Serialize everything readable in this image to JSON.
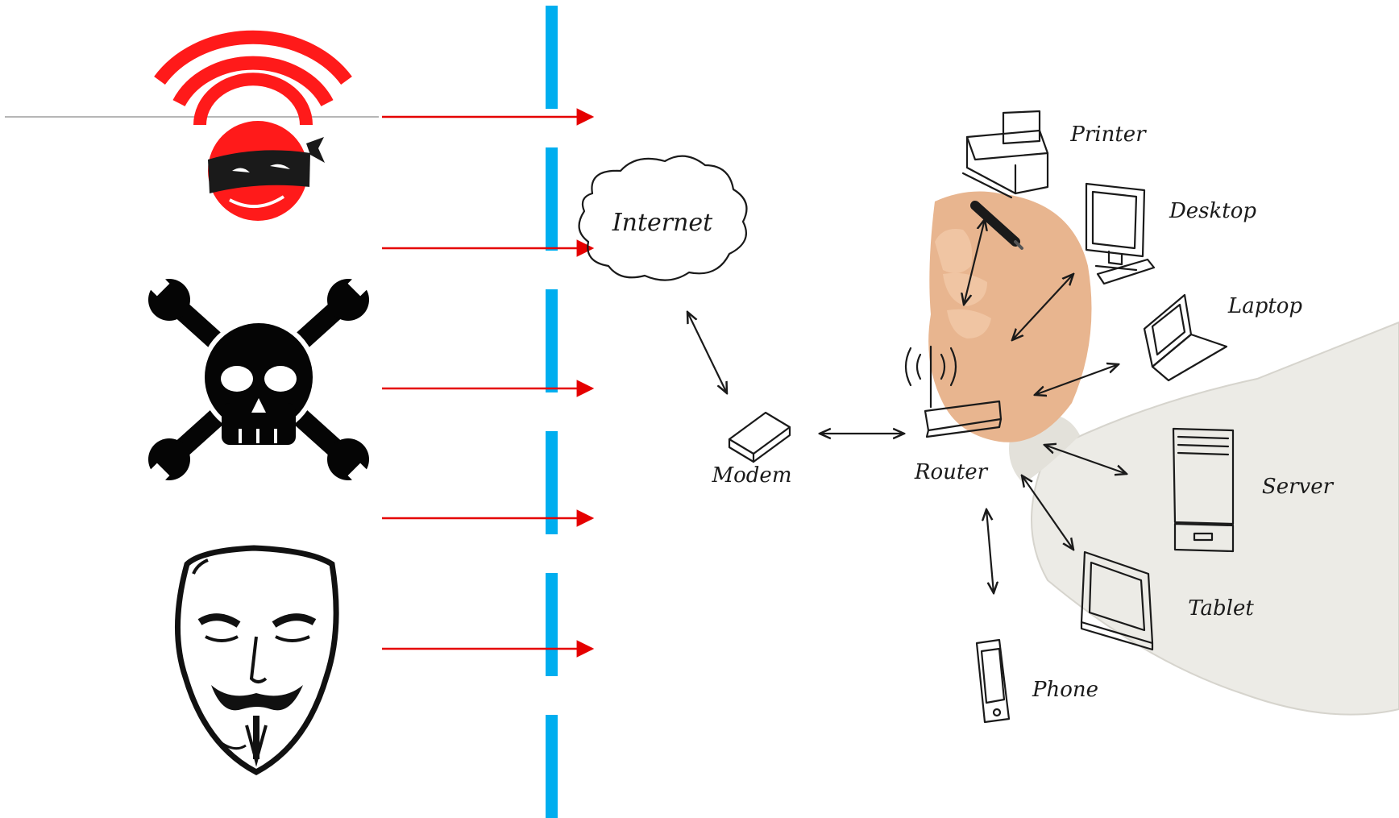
{
  "colors": {
    "firewall": "#00aeef",
    "attack_arrow": "#e50000",
    "threat_red": "#ff1a1a",
    "ink": "#1a1a1a",
    "skin": "#e8b58f",
    "sleeve": "#ecebe6"
  },
  "threats": [
    {
      "name": "wifi-thief",
      "icon": "masked-wifi-hacker-icon"
    },
    {
      "name": "hackaday",
      "icon": "skull-crossed-wrenches-icon"
    },
    {
      "name": "anonymous",
      "icon": "guy-fawkes-mask-icon"
    }
  ],
  "firewall": {
    "segments": 6
  },
  "attack_arrows": {
    "count": 5
  },
  "network": {
    "internet": "Internet",
    "modem": "Modem",
    "router": "Router",
    "printer": "Printer",
    "desktop": "Desktop",
    "laptop": "Laptop",
    "server": "Server",
    "tablet": "Tablet",
    "phone": "Phone"
  }
}
